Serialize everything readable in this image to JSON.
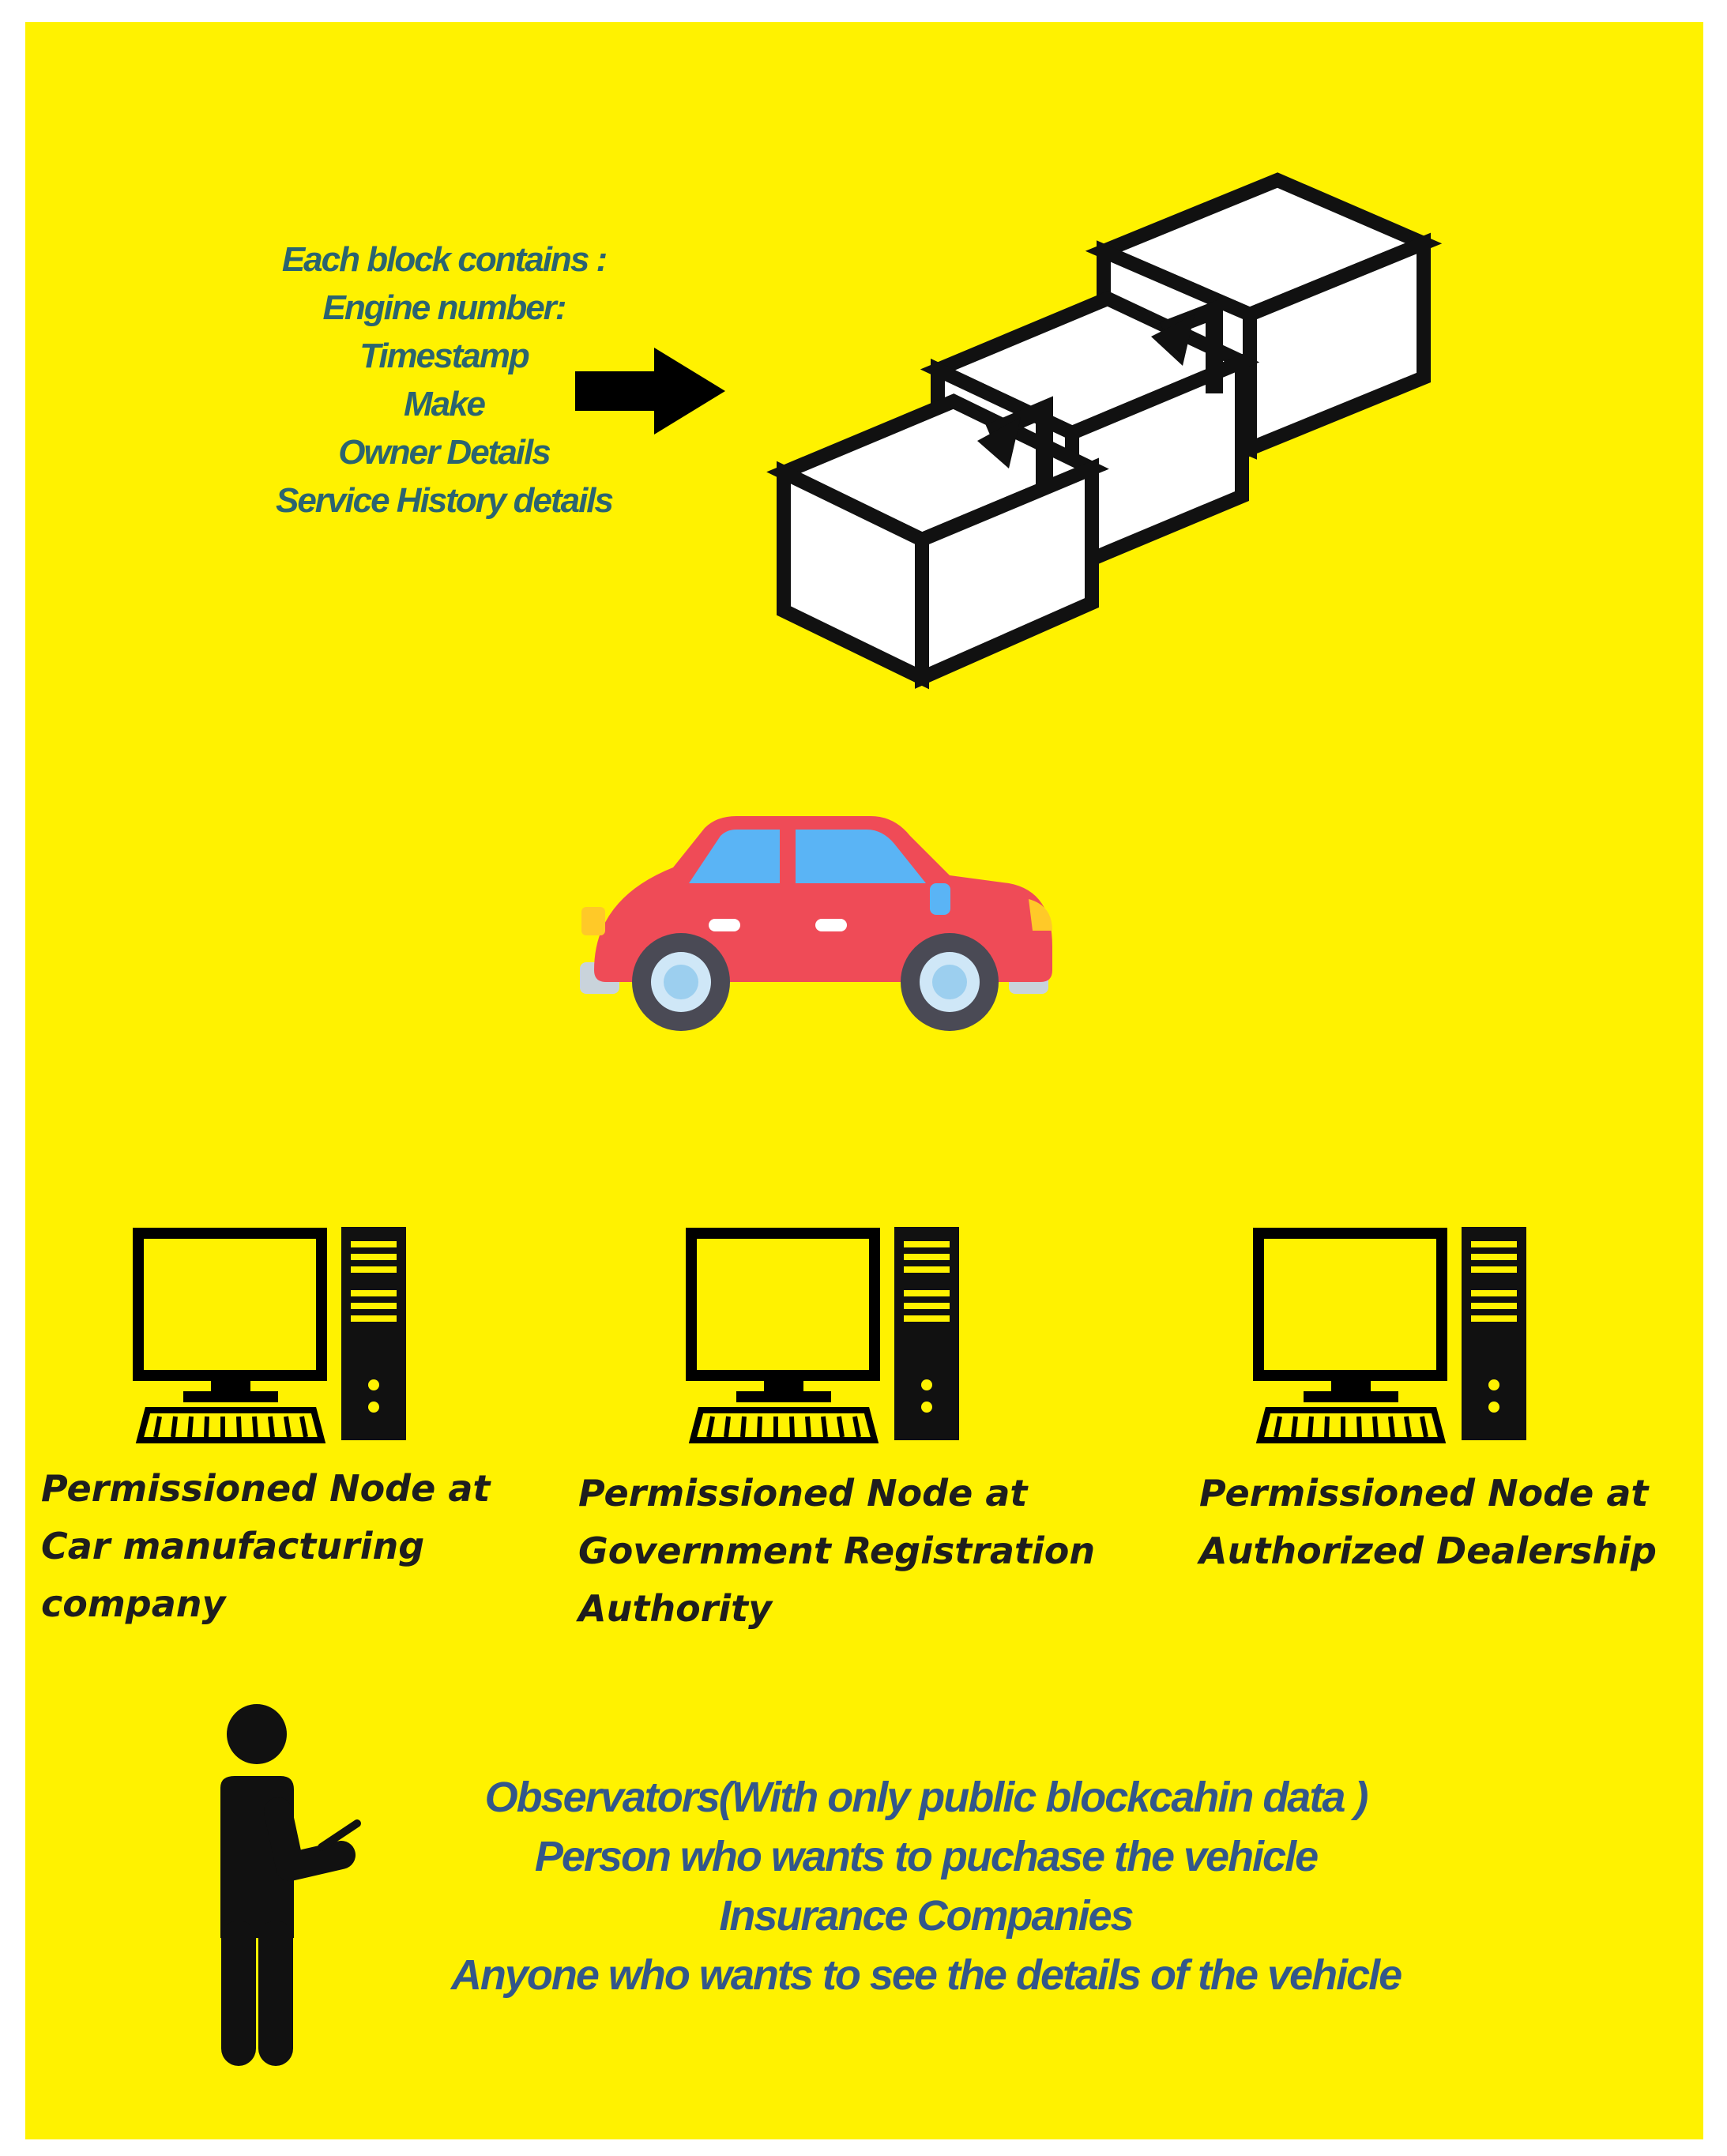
{
  "block_info": {
    "lines": [
      "Each block contains :",
      "Engine number:",
      "Timestamp",
      "Make",
      "Owner Details",
      "Service History details"
    ]
  },
  "nodes": [
    {
      "lines": [
        "Permissioned Node at",
        "Car manufacturing",
        "company"
      ]
    },
    {
      "lines": [
        "Permissioned Node at",
        "Government Registration",
        "Authority"
      ]
    },
    {
      "lines": [
        "Permissioned Node at",
        "Authorized Dealership"
      ]
    }
  ],
  "observers": {
    "lines": [
      "Observators(With only public blockcahin data )",
      "Person who wants to puchase the vehicle",
      "Insurance Companies",
      "Anyone who wants to see the details of the vehicle"
    ]
  },
  "colors": {
    "background": "#fff200",
    "block_text": "#2b6470",
    "observer_text": "#33578a",
    "car_body": "#ef4b57",
    "car_window": "#5ab4f5"
  },
  "icons": [
    "arrow-right-icon",
    "blockchain-cubes-icon",
    "car-icon",
    "computer-icon",
    "person-with-phone-icon"
  ]
}
